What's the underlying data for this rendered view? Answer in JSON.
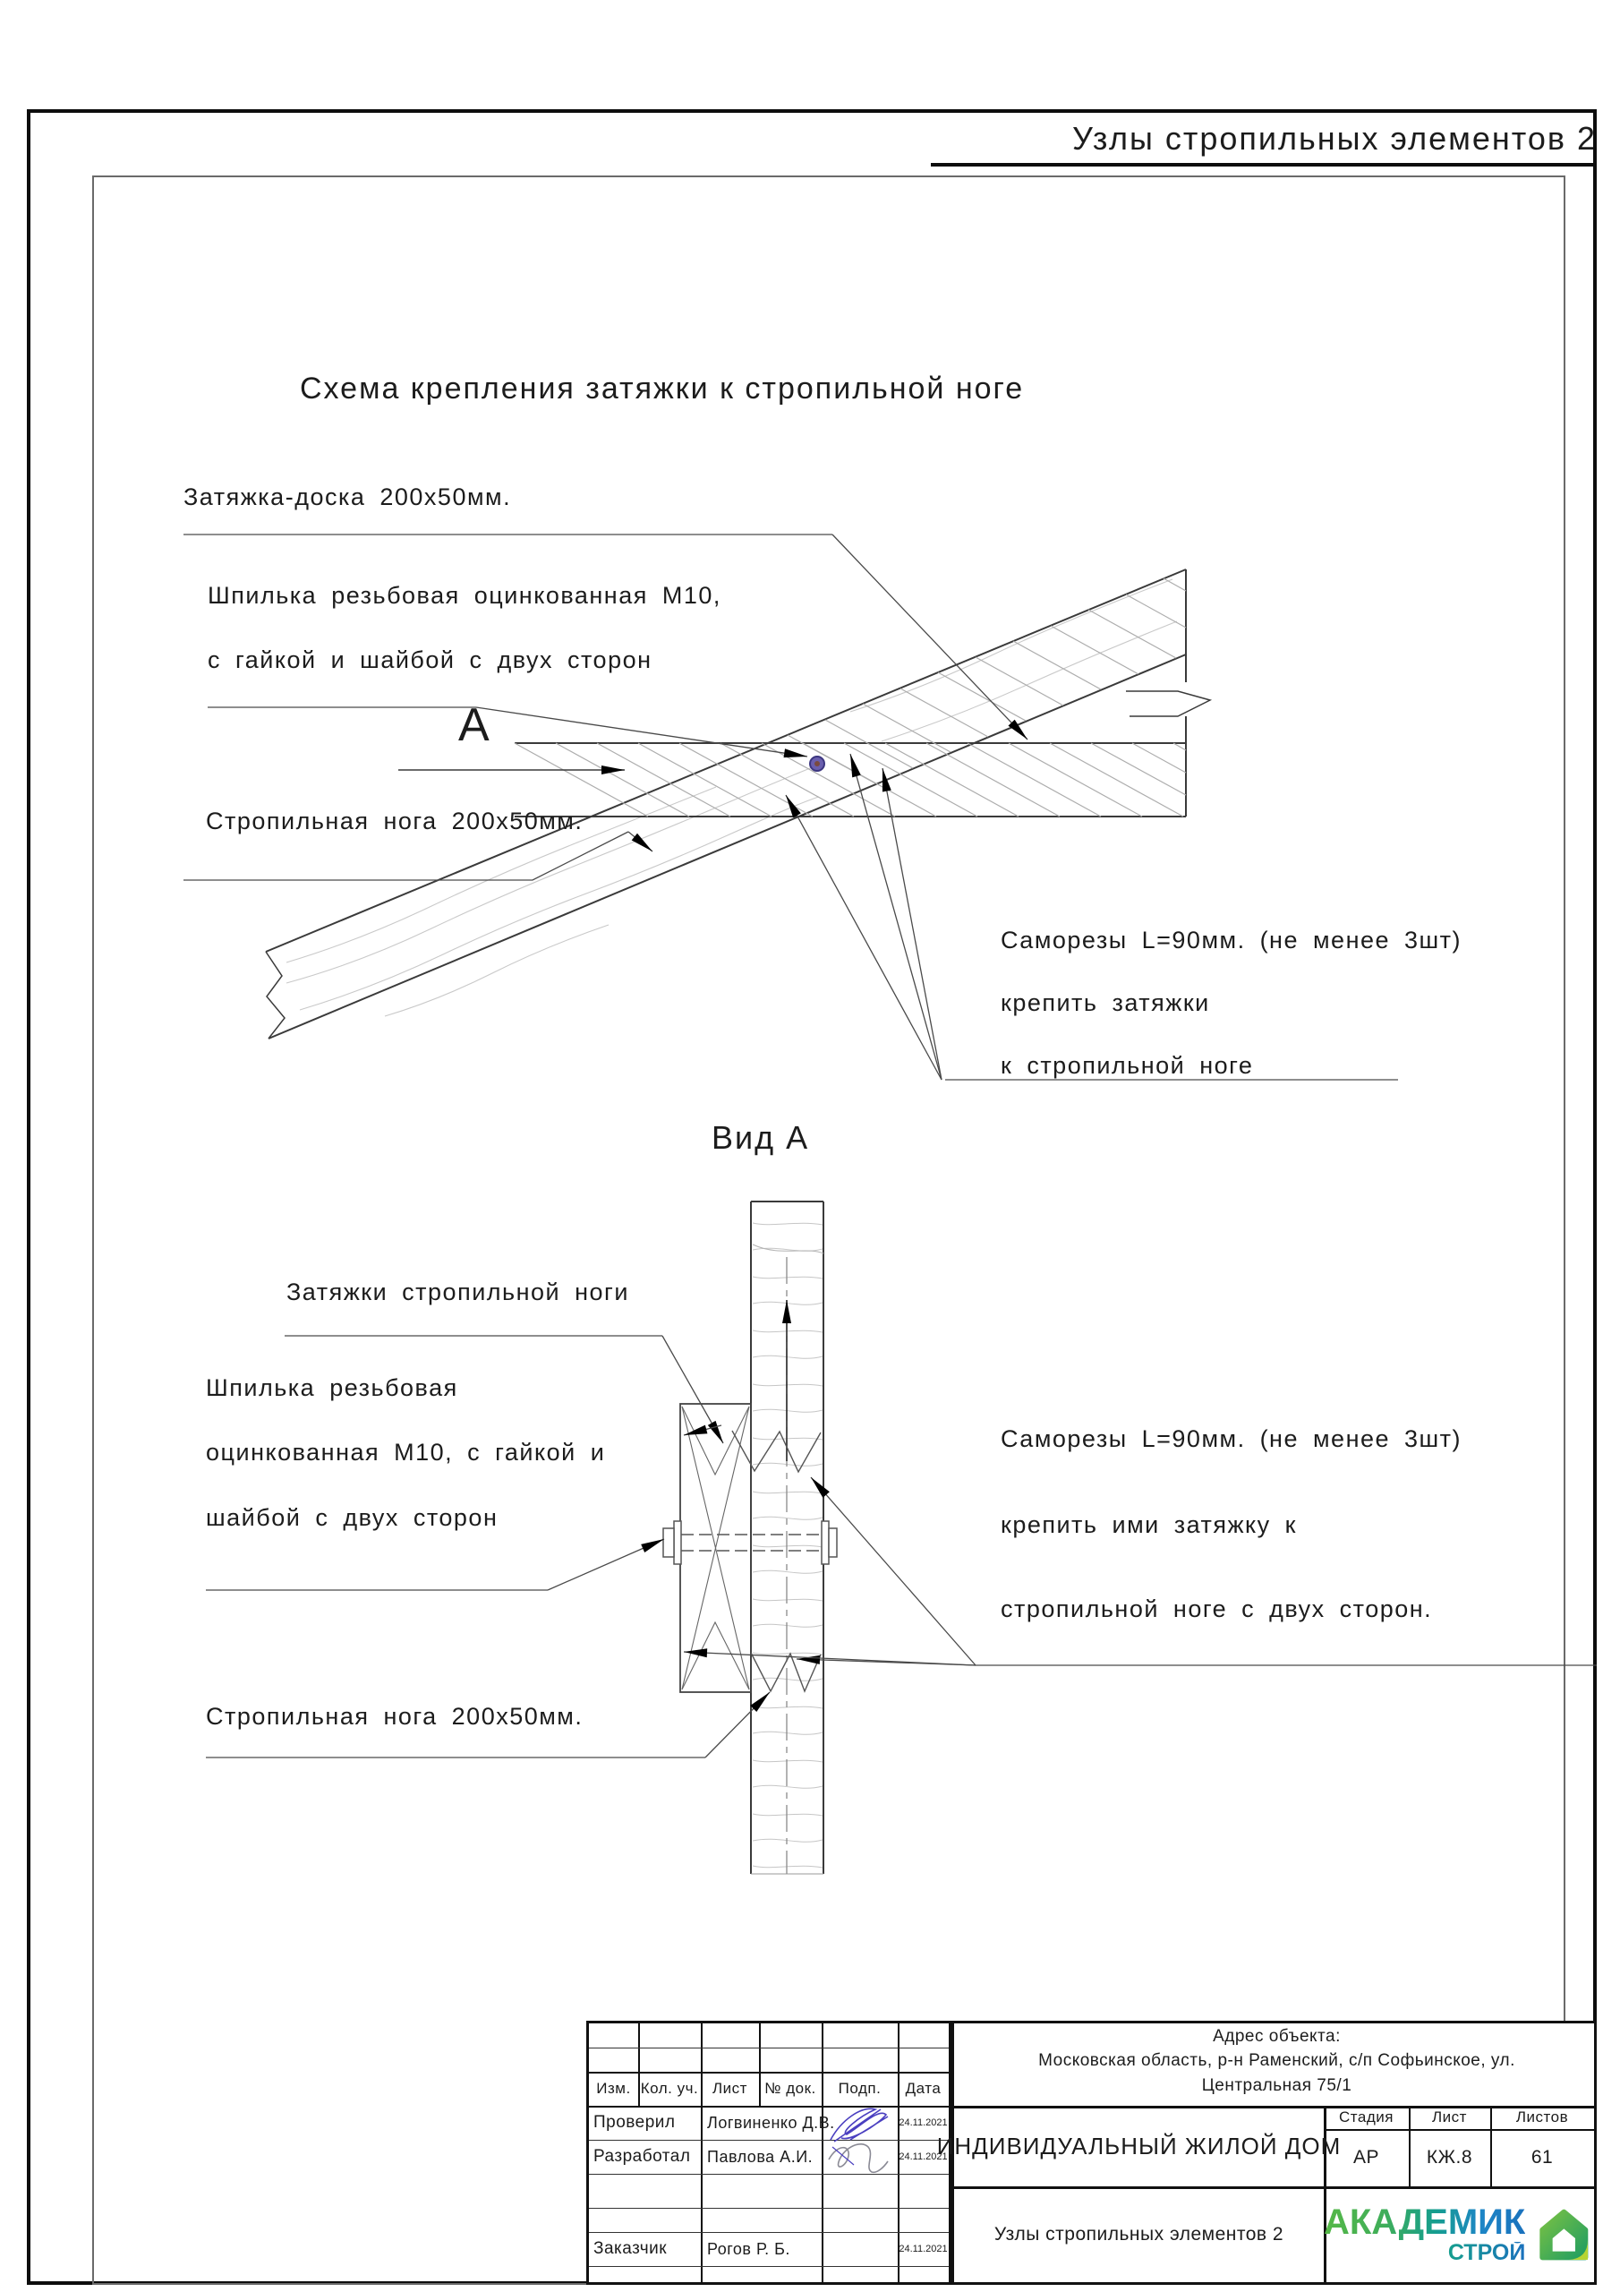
{
  "page": {
    "title": "Узлы стропильных элементов 2"
  },
  "diagram1": {
    "title": "Схема крепления затяжки к стропильной ноге",
    "labels": {
      "tie_board": "Затяжка-доска  200х50мм.",
      "stud_line1": "Шпилька резьбовая оцинкованная М10,",
      "stud_line2": "с гайкой и шайбой с двух сторон",
      "section_mark": "А",
      "rafter": "Стропильная нога 200х50мм.",
      "screws_line1": "Саморезы L=90мм. (не менее 3шт)",
      "screws_line2": "крепить затяжки",
      "screws_line3": "к стропильной ноге"
    }
  },
  "diagram2": {
    "title": "Вид  А",
    "labels": {
      "ties": "Затяжки стропильной ноги",
      "stud_line1": "Шпилька резьбовая",
      "stud_line2": "оцинкованная М10, с гайкой и",
      "stud_line3": "шайбой с двух сторон",
      "rafter": "Стропильная нога 200х50мм.",
      "screws_line1": "Саморезы L=90мм. (не менее 3шт)",
      "screws_line2": "крепить ими затяжку к",
      "screws_line3": "стропильной ноге с двух сторон."
    }
  },
  "stamp": {
    "header_cols": [
      "Изм.",
      "Кол. уч.",
      "Лист",
      "№ док.",
      "Подп.",
      "Дата"
    ],
    "rows": [
      {
        "role": "Проверил",
        "name": "Логвиненко Д.В.",
        "date": "24.11.2021"
      },
      {
        "role": "Разработал",
        "name": "Павлова А.И.",
        "date": "24.11.2021"
      },
      {
        "role": "Заказчик",
        "name": "Рогов Р. Б.",
        "date": "24.11.2021"
      }
    ],
    "address_caption": "Адрес объекта:",
    "address_line1": "Московская область, р-н Раменский, с/п Софьинское, ул.",
    "address_line2": "Центральная 75/1",
    "project": "ИНДИВИДУАЛЬНЫЙ ЖИЛОЙ ДОМ",
    "sheet_title": "Узлы стропильных элементов 2",
    "stage_label": "Стадия",
    "sheet_label": "Лист",
    "sheets_label": "Листов",
    "stage": "АР",
    "sheet": "КЖ.8",
    "sheets": "61",
    "logo_line1": "АКАДЕМИК",
    "logo_line2": "СТРОЙ",
    "colors": {
      "logo_green": "#56b847",
      "logo_blue": "#1a71bd",
      "signature_blue": "#4a3fc0"
    }
  }
}
